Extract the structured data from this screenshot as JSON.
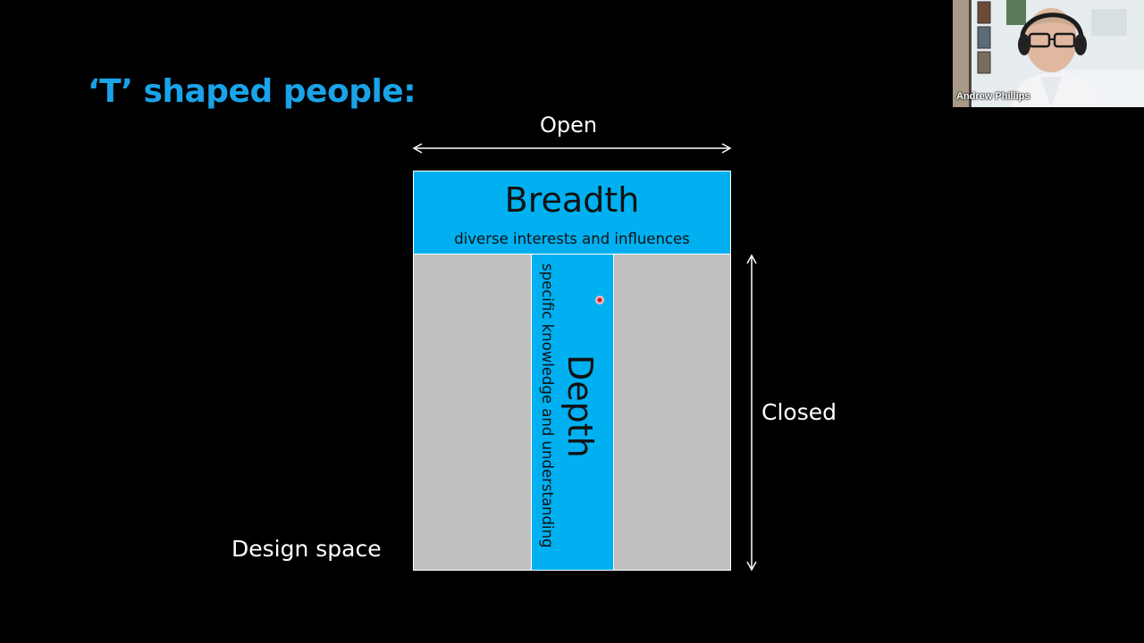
{
  "slide": {
    "title": "‘T’ shaped people:"
  },
  "diagram": {
    "open_label": "Open",
    "closed_label": "Closed",
    "design_space_label": "Design space",
    "breadth": {
      "title": "Breadth",
      "subtitle": "diverse interests and influences"
    },
    "depth": {
      "title": "Depth",
      "subtitle": "specific knowledge and understanding"
    }
  },
  "video": {
    "participant_name": "Andrew Phillips"
  },
  "colors": {
    "title_blue": "#1aa3e8",
    "band_blue": "#00b0f0",
    "background_grey": "#c0c0c0",
    "slide_background": "#000000"
  }
}
